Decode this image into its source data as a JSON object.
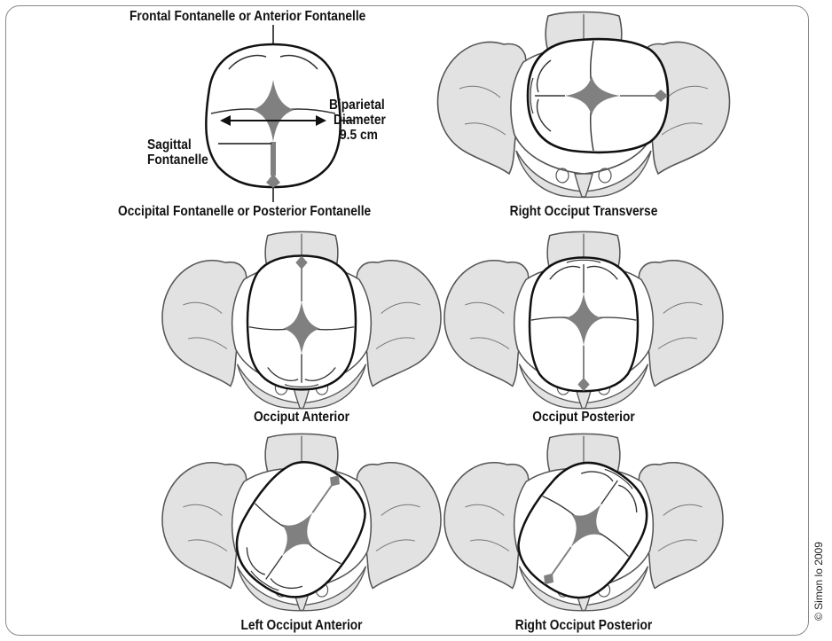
{
  "top_diagram": {
    "label_top": "Frontal Fontanelle or Anterior Fontanelle",
    "label_bottom": "Occipital Fontanelle or Posterior Fontanelle",
    "sagittal_line1": "Sagittal",
    "sagittal_line2": "Fontanelle",
    "biparietal_line1": "Biparietal",
    "biparietal_line2": "Diameter",
    "biparietal_line3": "9.5 cm"
  },
  "panels": {
    "rot": "Right Occiput Transverse",
    "oa": "Occiput Anterior",
    "op": "Occiput Posterior",
    "loa": "Left Occiput Anterior",
    "rop": "Right Occiput Posterior"
  },
  "copyright": "© Simon lo 2009",
  "colors": {
    "bone_fill": "#e2e2e2",
    "bone_stroke": "#555555",
    "fontanelle": "#808080",
    "outline": "#111111"
  }
}
